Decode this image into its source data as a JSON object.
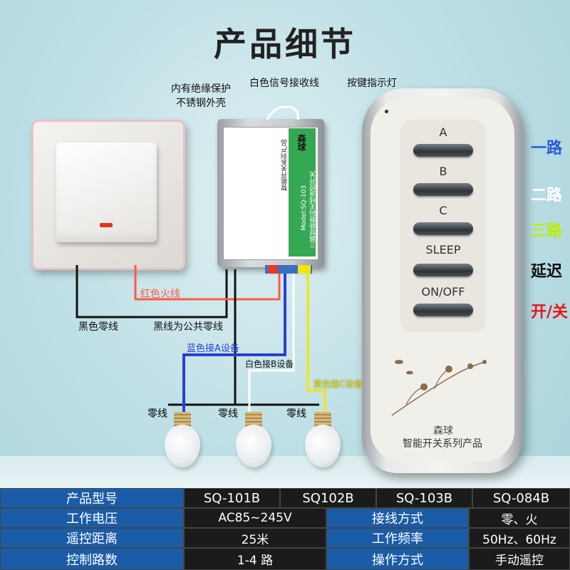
{
  "title": "产品细节",
  "callouts": {
    "insulation": [
      "内有绝缘保护",
      "不锈钢外壳"
    ],
    "receiver_wire": "白色信号接收线",
    "indicator": "按键指示灯"
  },
  "wires": {
    "red_live": "红色火线",
    "black_neutral": "黑色零线",
    "common_neutral": "黑线为公共零线",
    "blue": "蓝色接A设备",
    "white": "白色接B设备",
    "yellow": "黄色接C设备",
    "bulb_neutral": [
      "零线",
      "零线",
      "零线"
    ]
  },
  "channels": [
    {
      "label": "一路",
      "color": "#2a5bd7"
    },
    {
      "label": "二路",
      "color": "#ffffff"
    },
    {
      "label": "三路",
      "color": "#b8f000"
    },
    {
      "label": "延迟",
      "color": "#111111"
    },
    {
      "label": "开/关",
      "color": "#e8161b"
    }
  ],
  "remote": {
    "buttons": [
      "A",
      "B",
      "C",
      "SLEEP",
      "ON/OFF"
    ],
    "brand": "森球",
    "series": "智能开关系列产品"
  },
  "module": {
    "brand": "森球",
    "series_text": "智能开关系列产品",
    "model": "Model:SQ-103",
    "type_text": "三路智能数码无线遥控开关"
  },
  "specs": {
    "row1": {
      "label": "产品型号",
      "models": [
        "SQ-101B",
        "SQ102B",
        "SQ-103B",
        "SQ-084B"
      ]
    },
    "row2": {
      "label": "工作电压",
      "value": "AC85~245V",
      "label2": "接线方式",
      "value2": "零、火"
    },
    "row3": {
      "label": "遥控距离",
      "value": "25米",
      "label2": "工作频率",
      "value2": "50Hz、60Hz"
    },
    "row4": {
      "label": "控制路数",
      "value": "1-4 路",
      "label2": "操作方式",
      "value2": "手动遥控"
    }
  },
  "colors": {
    "header_blue": "#1b5ca8",
    "red_wire": "#ff5a4a",
    "blue_wire": "#2b3fd6",
    "yellow_wire": "#f5e600",
    "white_wire": "#ffffff",
    "black_wire": "#111111"
  }
}
